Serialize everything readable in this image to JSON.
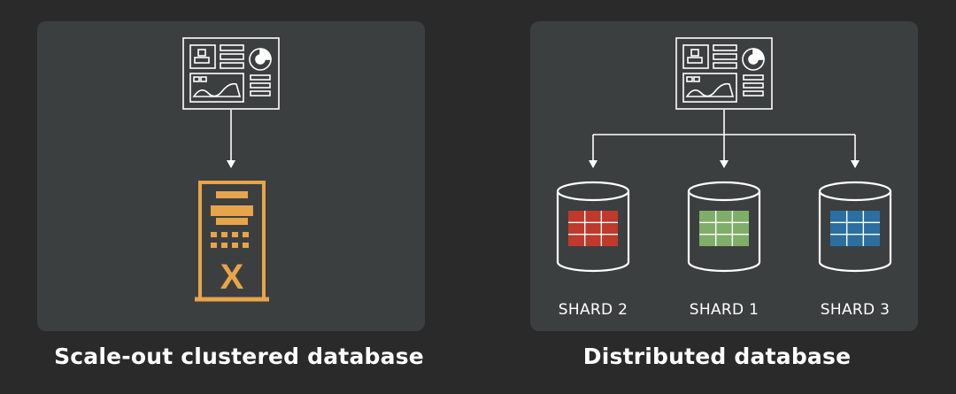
{
  "panels": {
    "left": {
      "caption": "Scale-out clustered database",
      "server_glyph": "X"
    },
    "right": {
      "caption": "Distributed database",
      "shards": [
        {
          "label": "SHARD 2",
          "color": "#c0392b"
        },
        {
          "label": "SHARD 1",
          "color": "#7fae68"
        },
        {
          "label": "SHARD 3",
          "color": "#2a6fa0"
        }
      ]
    }
  },
  "colors": {
    "background": "#2b2a2a",
    "panel": "#3c3f40",
    "server_accent": "#e8a44a",
    "line": "#ffffff"
  },
  "icons": [
    "dashboard-icon",
    "server-icon",
    "database-cylinder-icon",
    "arrow-down-icon"
  ]
}
